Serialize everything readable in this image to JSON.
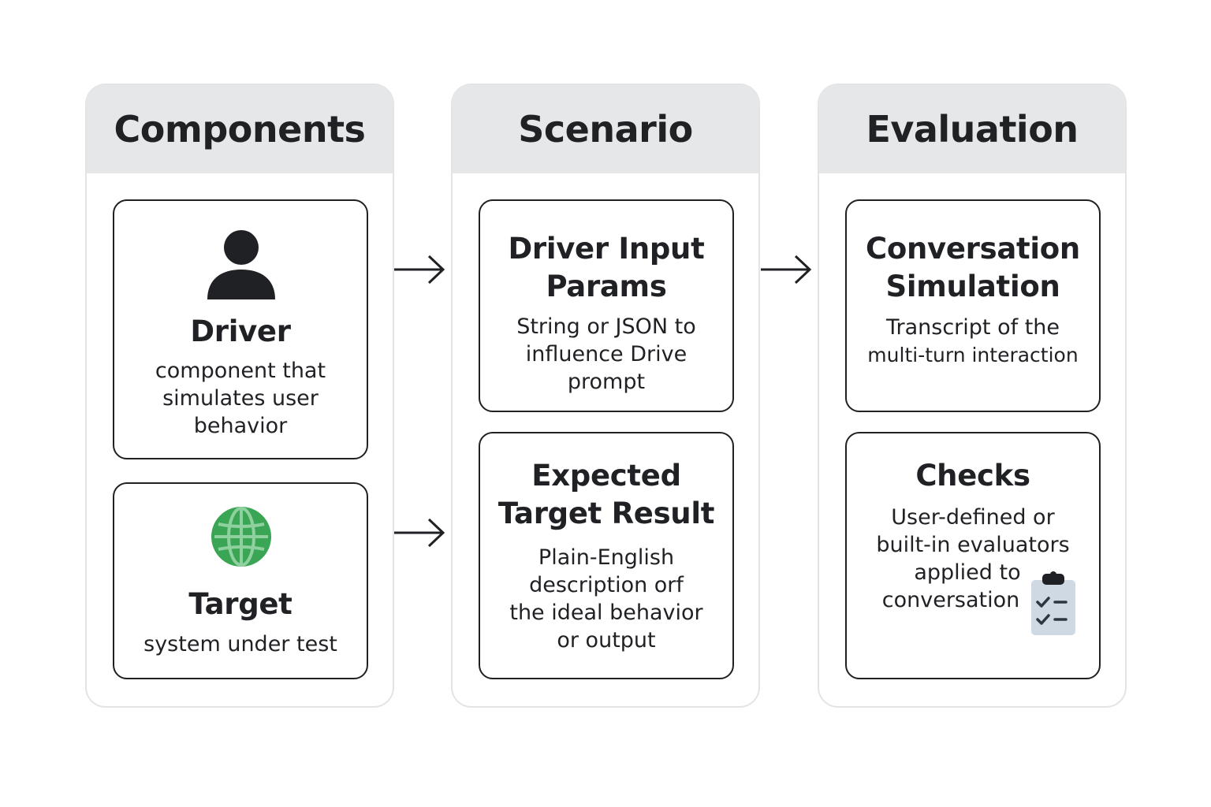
{
  "columns": [
    {
      "title": "Components",
      "cards": [
        {
          "icon": "person-icon",
          "title": "Driver",
          "desc_lines": [
            "component that",
            "simulates user",
            "behavior"
          ]
        },
        {
          "icon": "globe-icon",
          "title": "Target",
          "desc_lines": [
            "system under test"
          ]
        }
      ]
    },
    {
      "title": "Scenario",
      "cards": [
        {
          "title_lines": [
            "Driver Input",
            "Params"
          ],
          "desc_lines": [
            "String or JSON to",
            "influence Drive",
            "prompt"
          ]
        },
        {
          "title_lines": [
            "Expected",
            "Target Result"
          ],
          "desc_lines": [
            "Plain-English",
            "description orf",
            "the ideal behavior",
            "or output"
          ]
        }
      ]
    },
    {
      "title": "Evaluation",
      "cards": [
        {
          "title_lines": [
            "Conversation",
            "Simulation"
          ],
          "desc_lines": [
            "Transcript of the",
            "multi-turn interaction"
          ]
        },
        {
          "icon": "clipboard-checklist-icon",
          "title": "Checks",
          "desc_lines": [
            "User-defined or",
            "built-in evaluators",
            "applied to",
            "conversation"
          ]
        }
      ]
    }
  ],
  "colors": {
    "header_bg": "#e6e7e9",
    "border": "#e3e4e6",
    "ink": "#1f2124",
    "globe_green": "#3aa655",
    "clipboard_blue": "#cfd9e4"
  }
}
